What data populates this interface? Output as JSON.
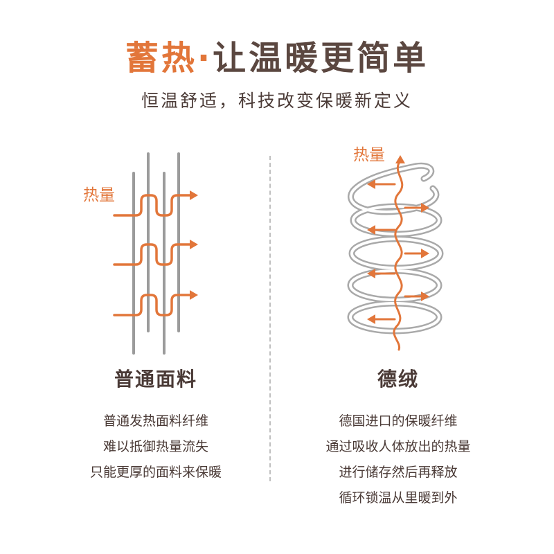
{
  "header": {
    "title_accent": "蓄热·",
    "title_rest": "让温暖更简单",
    "subtitle": "恒温舒适，科技改变保暖新定义"
  },
  "left": {
    "heat_label": "热量",
    "title": "普通面料",
    "lines": [
      "普通发热面料纤维",
      "难以抵御热量流失",
      "只能更厚的面料来保暖"
    ]
  },
  "right": {
    "heat_label": "热量",
    "title": "德绒",
    "lines": [
      "德国进口的保暖纤维",
      "通过吸收人体放出的热量",
      "进行储存然后再释放",
      "循环锁温从里暖到外"
    ]
  },
  "colors": {
    "accent": "#e2763a",
    "dark_text": "#4a3a36",
    "fiber_gray": "#9b9b9b",
    "divider": "#bfbfbf"
  },
  "icons": [
    "arrow-right-icon",
    "arrow-left-icon",
    "spring-fiber-icon",
    "straight-fiber-icon"
  ]
}
